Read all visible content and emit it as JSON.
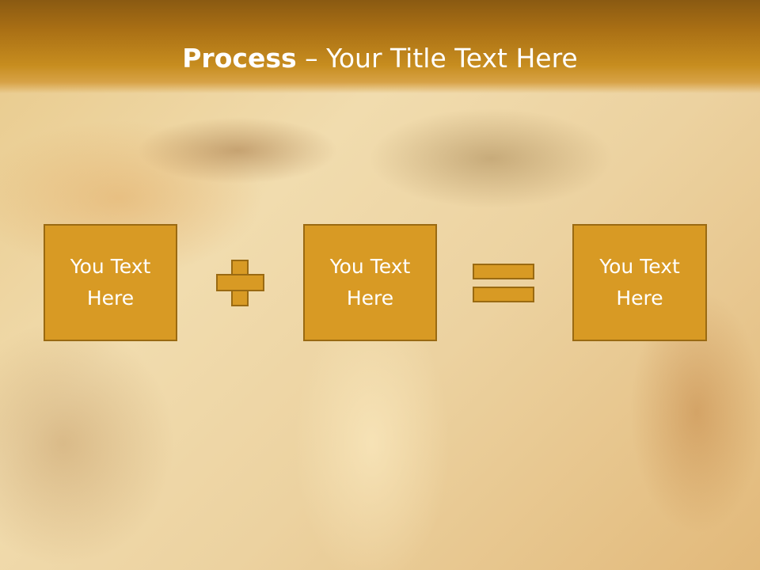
{
  "slide": {
    "title_bold": "Process",
    "title_rest": " – Your Title Text Here"
  },
  "process": {
    "boxes": [
      {
        "text": "You Text\nHere"
      },
      {
        "text": "You Text\nHere"
      },
      {
        "text": "You Text\nHere"
      }
    ],
    "operators": [
      "plus-icon",
      "equals-icon"
    ]
  },
  "colors": {
    "header": "#b07818",
    "box_fill": "#d89a24",
    "box_border": "#9a6a12",
    "text": "#ffffff"
  }
}
